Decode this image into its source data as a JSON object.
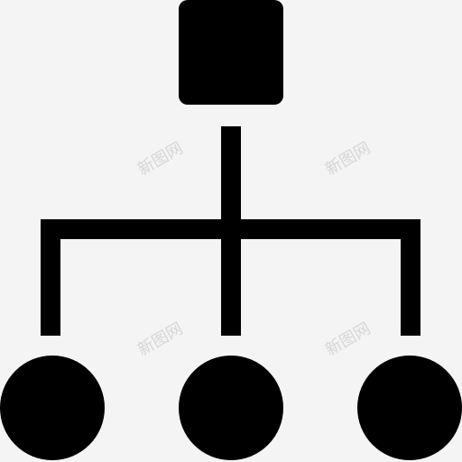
{
  "icon": {
    "name": "hierarchy-icon",
    "color": "#000000",
    "background": "#f4f4f4"
  },
  "watermarks": [
    {
      "text": "新图网"
    },
    {
      "text": "新图网"
    },
    {
      "text": "新图网"
    },
    {
      "text": "新图网"
    }
  ]
}
